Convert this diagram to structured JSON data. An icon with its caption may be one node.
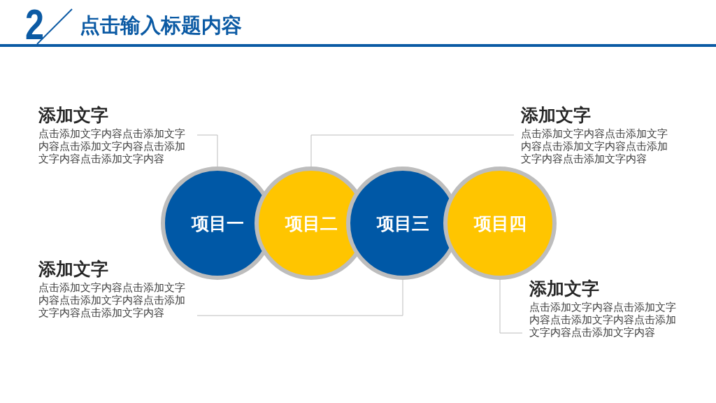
{
  "diagram": {
    "title": "点击输入标题内容",
    "nodes": [
      {
        "text": [
          "添加文字",
          "点击添加文字内容点击添加文字内容点击添加文字内容点击添加文字内容点击添加文字内容"
        ]
      },
      {
        "text": [
          "添加文字",
          "点击添加文字内容点击添加文字内容点击添加文字内容点击添加文字内容点击添加文字内容"
        ]
      },
      {
        "text": [
          "项目一"
        ]
      },
      {
        "text": [
          "项目二"
        ]
      },
      {
        "text": [
          "项目三"
        ]
      },
      {
        "text": [
          "项目四"
        ]
      },
      {
        "text": [
          "添加文字",
          "点击添加文字内容点击添加文字内容点击添加文字内容点击添加文字内容点击添加文字内容"
        ]
      },
      {
        "text": [
          "添加文字",
          "点击添加文字内容点击添加文字内容点击添加文字内容点击添加文字内容点击添加文字内容"
        ]
      }
    ],
    "edges": [
      {
        "from": 0,
        "to": 2,
        "arrow": "none"
      },
      {
        "from": 1,
        "to": 3,
        "arrow": "none"
      },
      {
        "from": 6,
        "to": 4,
        "arrow": "none"
      },
      {
        "from": 7,
        "to": 5,
        "arrow": "none"
      }
    ],
    "labels": [
      "2"
    ]
  }
}
